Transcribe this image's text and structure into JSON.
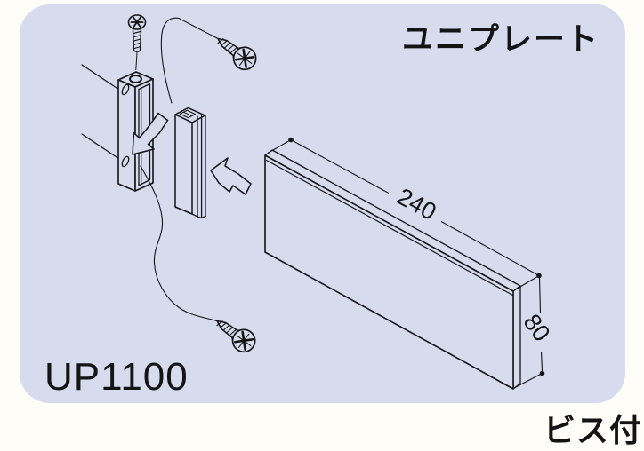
{
  "colors": {
    "panel_background": "#d6dbee",
    "outer_background": "#fffdf8",
    "line": "#141414"
  },
  "header": {
    "title": "ユニプレート"
  },
  "labels": {
    "model": "UP1100",
    "note": "ビス付"
  },
  "diagram": {
    "dimensions": {
      "width_label": "240",
      "height_label": "80"
    },
    "parts": [
      "machine-screw",
      "tapping-screw-top",
      "wall-mount-rail",
      "hanger-clip",
      "name-plate",
      "tapping-screw-bottom"
    ]
  }
}
